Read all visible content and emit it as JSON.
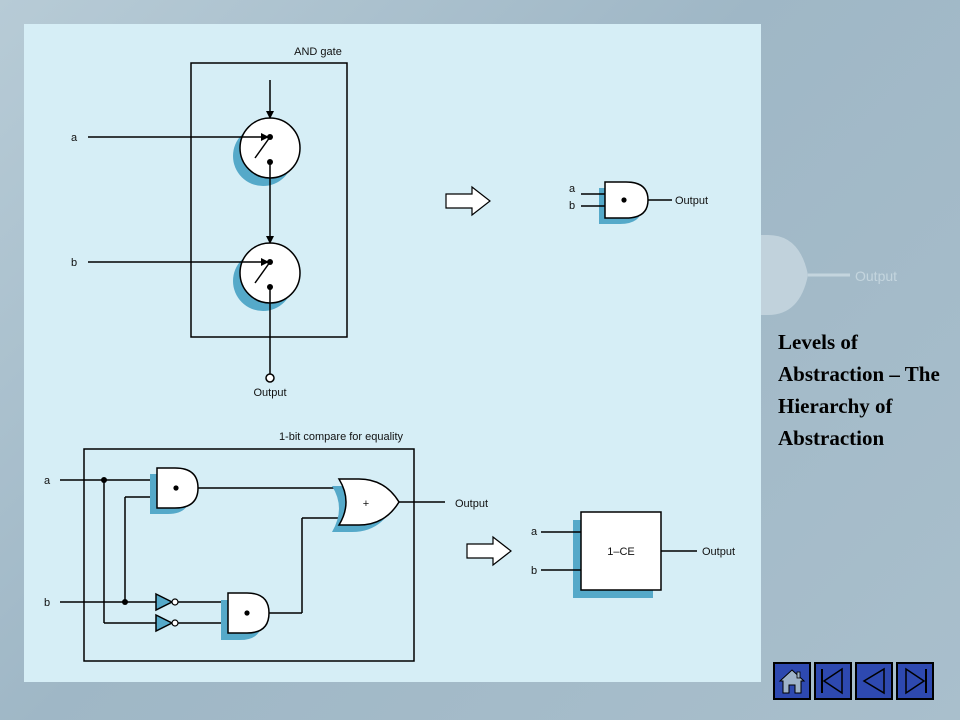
{
  "background": {
    "watermark_text": "Output"
  },
  "and_gate_panel": {
    "title": "AND gate",
    "input_a": "a",
    "input_b": "b",
    "output": "Output"
  },
  "and_gate_symbol": {
    "input_a": "a",
    "input_b": "b",
    "output": "Output"
  },
  "compare_panel": {
    "title": "1-bit compare for equality",
    "input_a": "a",
    "input_b": "b",
    "output": "Output",
    "or_symbol": "+"
  },
  "ce_block": {
    "label": "1–CE",
    "input_a": "a",
    "input_b": "b",
    "output": "Output"
  },
  "slide_title": "Levels of Abstraction – The Hierarchy of Abstraction",
  "nav": {
    "buttons": [
      "home-icon",
      "first-icon",
      "prev-icon",
      "next-icon",
      "last-icon"
    ]
  },
  "colors": {
    "panel": "#d6eef6",
    "shadow": "#55a9c9",
    "nav_fill": "#2e49b0"
  }
}
